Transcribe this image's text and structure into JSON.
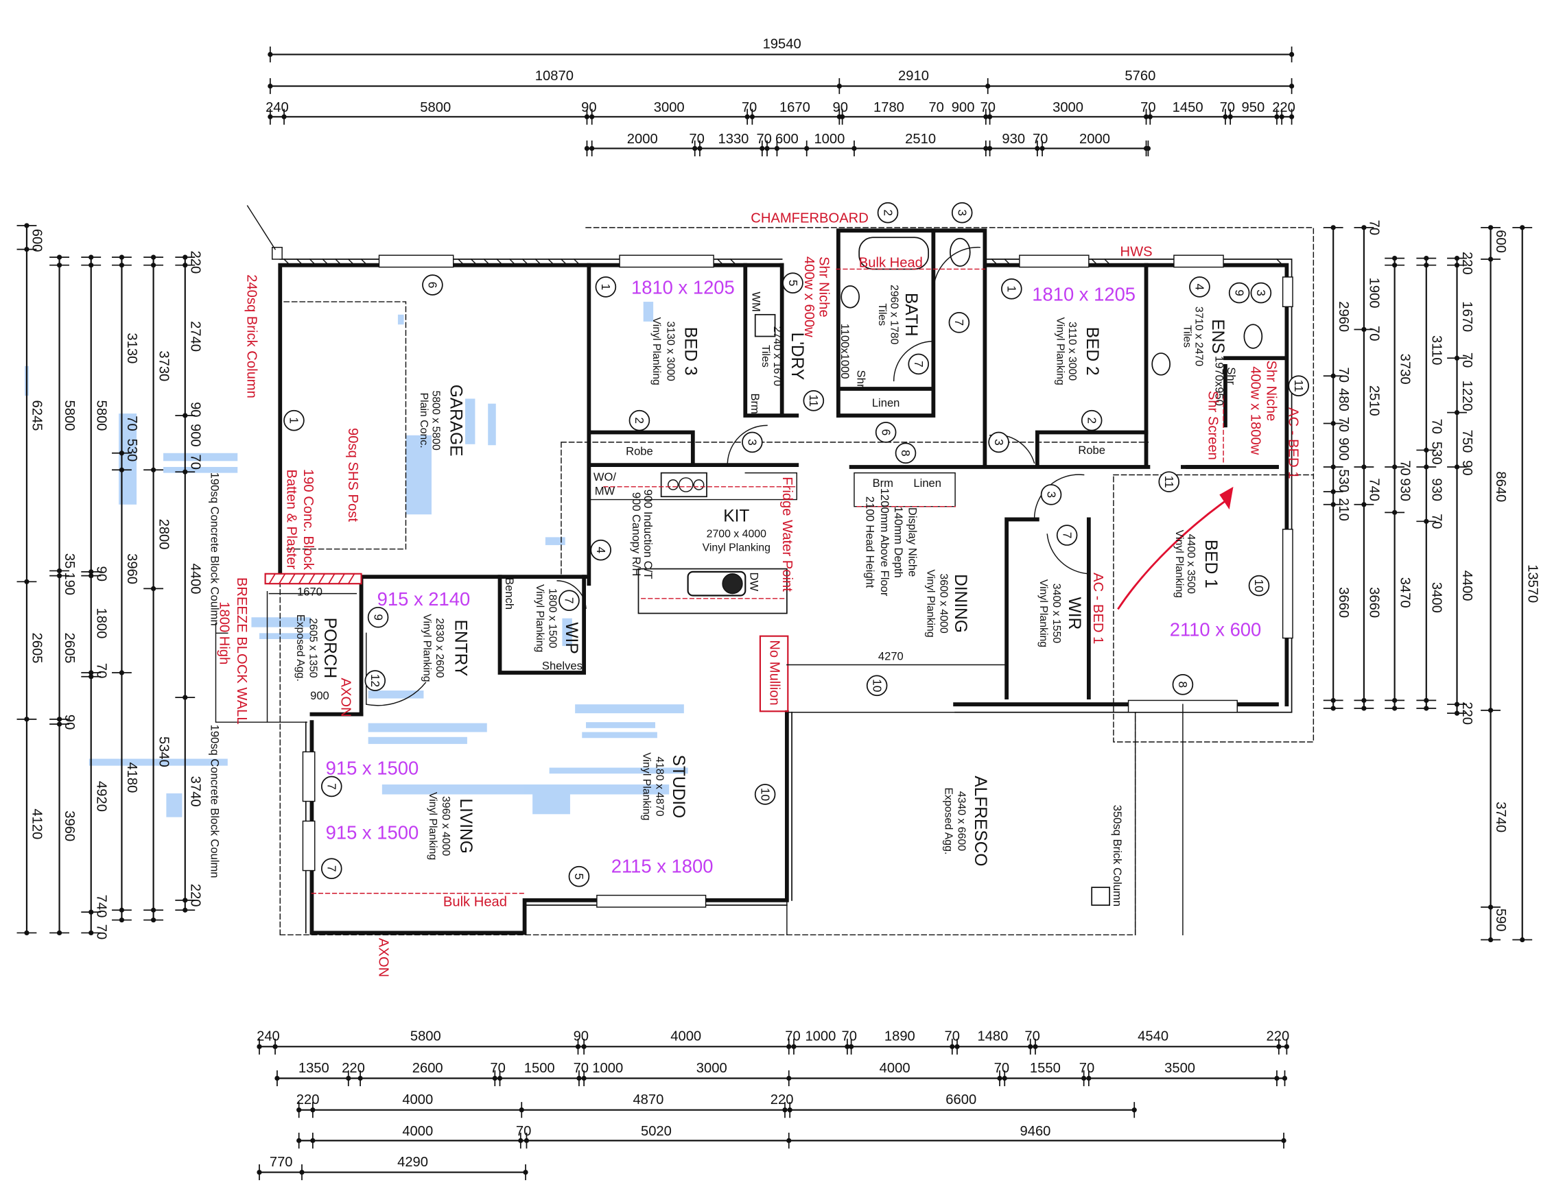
{
  "colors": {
    "wall": "#111111",
    "annotation": "#d0142a",
    "window_size": "#c23cf2",
    "highlight": "#a9cdf7"
  },
  "dimensions": {
    "top": [
      [
        "19540"
      ],
      [
        "10870",
        "2910",
        "5760"
      ],
      [
        "240",
        "5800",
        "90",
        "3000",
        "70",
        "1670",
        "90",
        "1780",
        "70",
        "900",
        "70",
        "3000",
        "70",
        "1450",
        "70",
        "950",
        "220"
      ],
      [
        "2000",
        "70",
        "1330",
        "70",
        "600",
        "1000",
        "2510",
        "930",
        "70",
        "2000"
      ]
    ],
    "bottom": [
      [
        "240",
        "5800",
        "90",
        "4000",
        "70",
        "1000",
        "70",
        "1890",
        "70",
        "1480",
        "70",
        "4540",
        "220"
      ],
      [
        "1350",
        "220",
        "2600",
        "70",
        "1500",
        "70",
        "1000",
        "3000",
        "4000",
        "70",
        "1550",
        "70",
        "3500"
      ],
      [
        "220",
        "4000",
        "4870",
        "220",
        "6600"
      ],
      [
        "4000",
        "70",
        "5020",
        "9460"
      ],
      [
        "770",
        "4290"
      ]
    ],
    "left": [
      [
        "600",
        "6245",
        "2605",
        "4120"
      ],
      [
        "5800",
        "35",
        "190",
        "2605",
        "90",
        "3960"
      ],
      [
        "5800",
        "90",
        "1800",
        "70",
        "4920",
        "740",
        "70"
      ],
      [
        "3130",
        "70",
        "530",
        "3960",
        "4180"
      ],
      [
        "3730",
        "2800",
        "5340"
      ],
      [
        "220",
        "2740",
        "90",
        "900",
        "70",
        "4400",
        "3740",
        "220"
      ]
    ],
    "right": [
      [
        "2960",
        "70",
        "480",
        "70",
        "900",
        "530",
        "210",
        "3660"
      ],
      [
        "70",
        "1900",
        "70",
        "2510",
        "740",
        "3660"
      ],
      [
        "3730",
        "70",
        "930",
        "3470"
      ],
      [
        "3110",
        "70",
        "530",
        "930",
        "70",
        "3400"
      ],
      [
        "220",
        "1670",
        "70",
        "1220",
        "750",
        "90",
        "4400",
        "220"
      ],
      [
        "600",
        "8640",
        "3740",
        "590"
      ],
      [
        "13570"
      ]
    ]
  },
  "rooms": [
    {
      "name": "GARAGE",
      "size": "5800 x 5800",
      "finish": "Plain Conc."
    },
    {
      "name": "BED 3",
      "size": "3130 x 3000",
      "finish": "Vinyl Planking"
    },
    {
      "name": "L'DRY",
      "size": "2740 x 1670",
      "finish": "Tiles"
    },
    {
      "name": "BATH",
      "size": "2960 x 1780",
      "finish": "Tiles"
    },
    {
      "name": "BED 2",
      "size": "3110 x 3000",
      "finish": "Vinyl Planking"
    },
    {
      "name": "ENS",
      "size": "3710 x 2470",
      "finish": "Tiles"
    },
    {
      "name": "KIT",
      "size": "2700 x 4000",
      "finish": "Vinyl Planking"
    },
    {
      "name": "DINING",
      "size": "3600 x 4000",
      "finish": "Vinyl Planking"
    },
    {
      "name": "WIR",
      "size": "3400 x 1550",
      "finish": "Vinyl Planking"
    },
    {
      "name": "BED 1",
      "size": "4400 x 3500",
      "finish": "Vinyl Planking"
    },
    {
      "name": "ENTRY",
      "size": "2830 x 2600",
      "finish": "Vinyl Planking"
    },
    {
      "name": "PORCH",
      "size": "2605 x 1350",
      "finish": "Exposed Agg."
    },
    {
      "name": "WIP",
      "size": "1800 x 1500",
      "finish": "Vinyl Planking"
    },
    {
      "name": "STUDIO",
      "size": "4180 x 4870",
      "finish": "Vinyl Planking"
    },
    {
      "name": "LIVING",
      "size": "3960 x 4000",
      "finish": "Vinyl Planking"
    },
    {
      "name": "ALFRESCO",
      "size": "4340 x 6600",
      "finish": "Exposed Agg."
    }
  ],
  "labels": [
    "Robe",
    "Robe",
    "Linen",
    "Brm",
    "Linen",
    "WO/",
    "MW",
    "Bench",
    "Shelves",
    "WM",
    "Brm",
    "Shr",
    "1100x1000",
    "Shr",
    "1970x950",
    "900 Induction C/T",
    "900 Canopy R/H",
    "Display Niche",
    "140mm Depth",
    "1200mm Above Floor",
    "2100 Head Height",
    "4270",
    "1670",
    "900",
    "190sq Concrete Block Coulmn",
    "190sq Concrete Block Coulmn",
    "350sq Brick Column",
    "DW"
  ],
  "notes": [
    "CHAMFERBOARD",
    "Bulk Head",
    "HWS",
    "Shr Niche",
    "400w x 600w",
    "240sq Brick Column",
    "90sq SHS Post",
    "190 Conc. Block",
    "Batten & Plaster",
    "BREEZE BLOCK WALL",
    "1800 High",
    "AXON",
    "AXON",
    "Fridge Water Point",
    "No Mullion",
    "AC - BED 1",
    "AC - BED 1",
    "Shr Niche",
    "400w x 1800w",
    "Shr Screen",
    "Bulk Head"
  ],
  "window_sizes": [
    "1810 x 1205",
    "1810 x 1205",
    "915 x 2140",
    "915 x 1500",
    "915 x 1500",
    "2115 x 1800",
    "2110 x 600"
  ],
  "callouts": [
    "6",
    "1",
    "2",
    "3",
    "5",
    "1",
    "2",
    "11",
    "3",
    "7",
    "7",
    "6",
    "8",
    "3",
    "1",
    "4",
    "9",
    "3",
    "2",
    "11",
    "11",
    "3",
    "7",
    "10",
    "8",
    "4",
    "9",
    "12",
    "7",
    "10",
    "10",
    "7",
    "7",
    "5"
  ]
}
